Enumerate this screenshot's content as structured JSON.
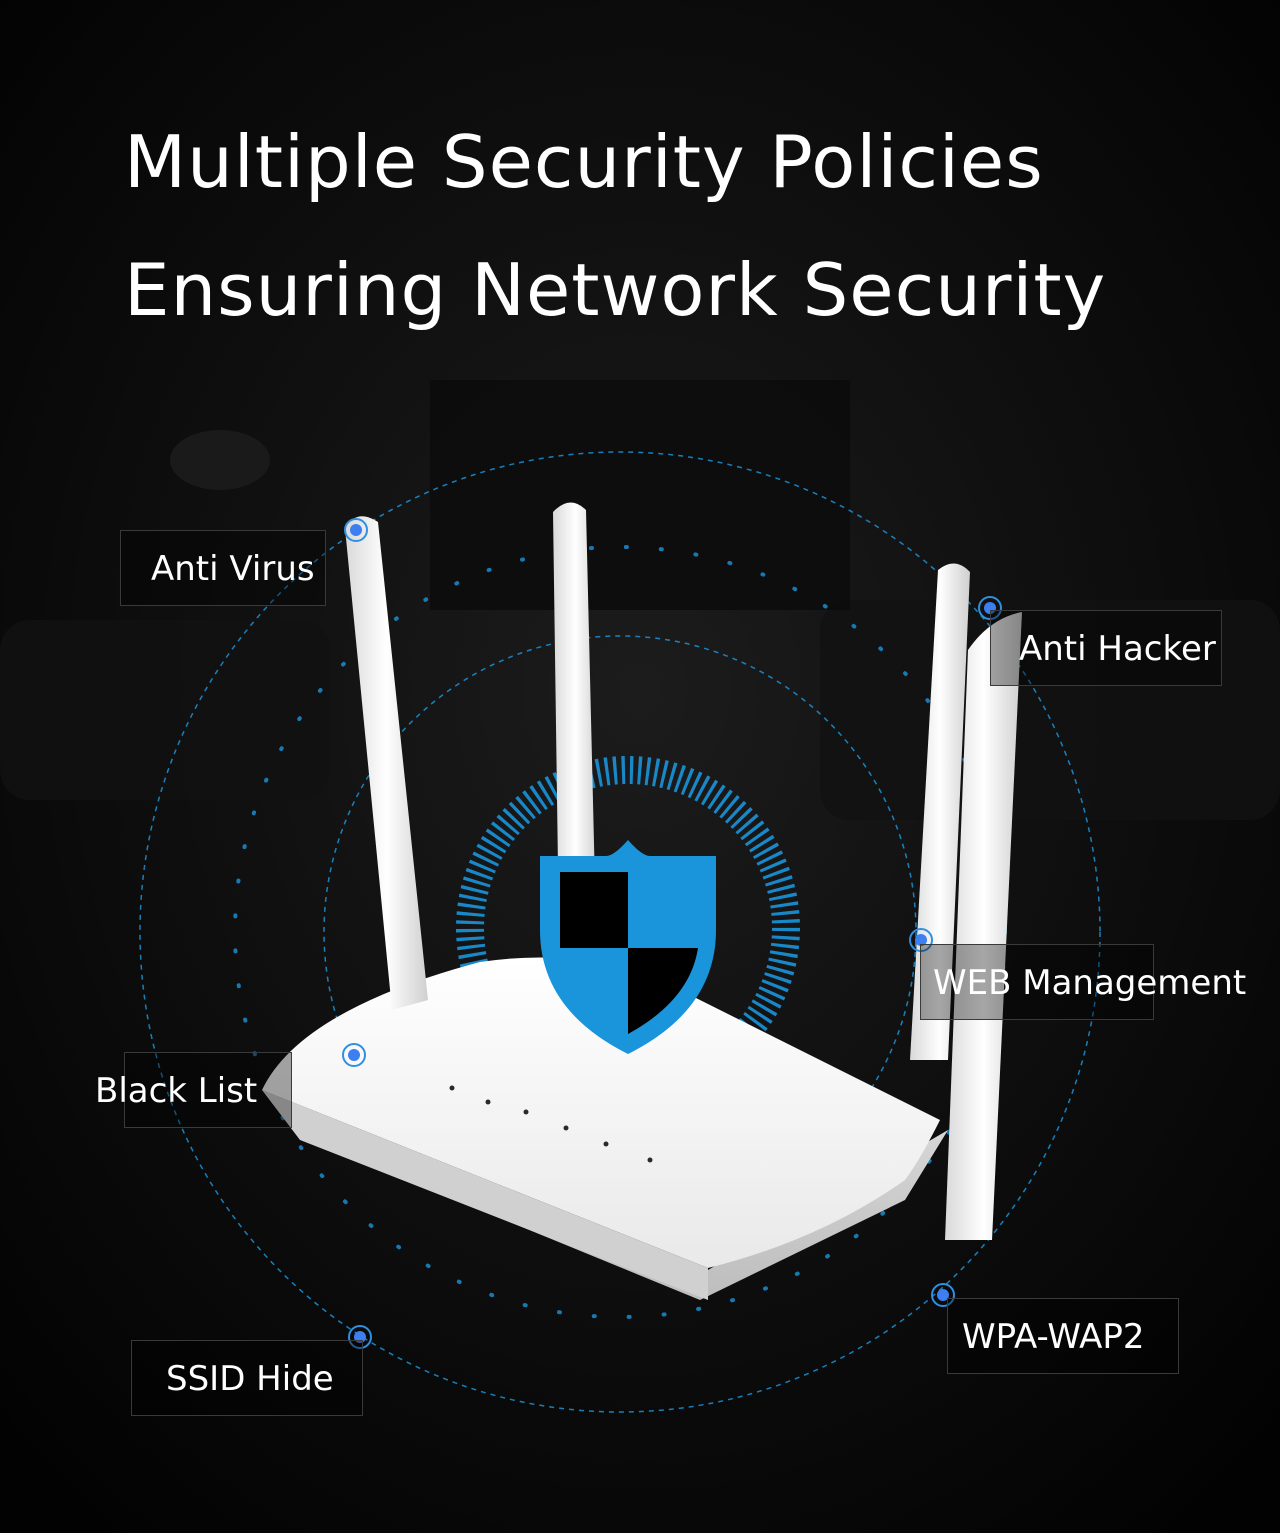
{
  "headline": {
    "line1": "Multiple Security Policies",
    "line2": "Ensuring Network Security"
  },
  "features": {
    "anti_virus": "Anti Virus",
    "anti_hacker": "Anti Hacker",
    "web_management": "WEB Management",
    "black_list": "Black List",
    "ssid_hide": "SSID Hide",
    "wpa_wap2": "WPA-WAP2"
  },
  "colors": {
    "background": "#050505",
    "accent_blue": "#1a95dc",
    "router_white": "#f4f4f4"
  }
}
